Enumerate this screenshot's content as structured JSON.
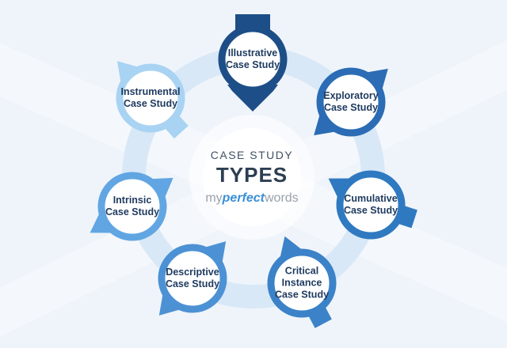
{
  "diagram": {
    "center": {
      "title_top": "CASE STUDY",
      "title_main": "TYPES",
      "logo_my": "my",
      "logo_perfect": "perfect",
      "logo_words": "words"
    },
    "nodes": [
      {
        "label": "Illustrative\nCase Study",
        "color": "#1d4e87"
      },
      {
        "label": "Exploratory\nCase Study",
        "color": "#2b6cb5"
      },
      {
        "label": "Cumulative\nCase Study",
        "color": "#2f79c1"
      },
      {
        "label": "Critical\nInstance\nCase Study",
        "color": "#3b82c8"
      },
      {
        "label": "Descriptive\nCase Study",
        "color": "#4c91d4"
      },
      {
        "label": "Intrinsic\nCase Study",
        "color": "#61a6e2"
      },
      {
        "label": "Instrumental\nCase Study",
        "color": "#a9d3f3"
      }
    ],
    "colors": {
      "background": "#eff4fb",
      "connector_ring": "#d8e8f7",
      "node_text": "#1e3a5f",
      "title_top_text": "#3f5164",
      "title_main_text": "#2c3e52",
      "logo_gray": "#98a2ab",
      "logo_blue": "#3a8fd8"
    }
  }
}
